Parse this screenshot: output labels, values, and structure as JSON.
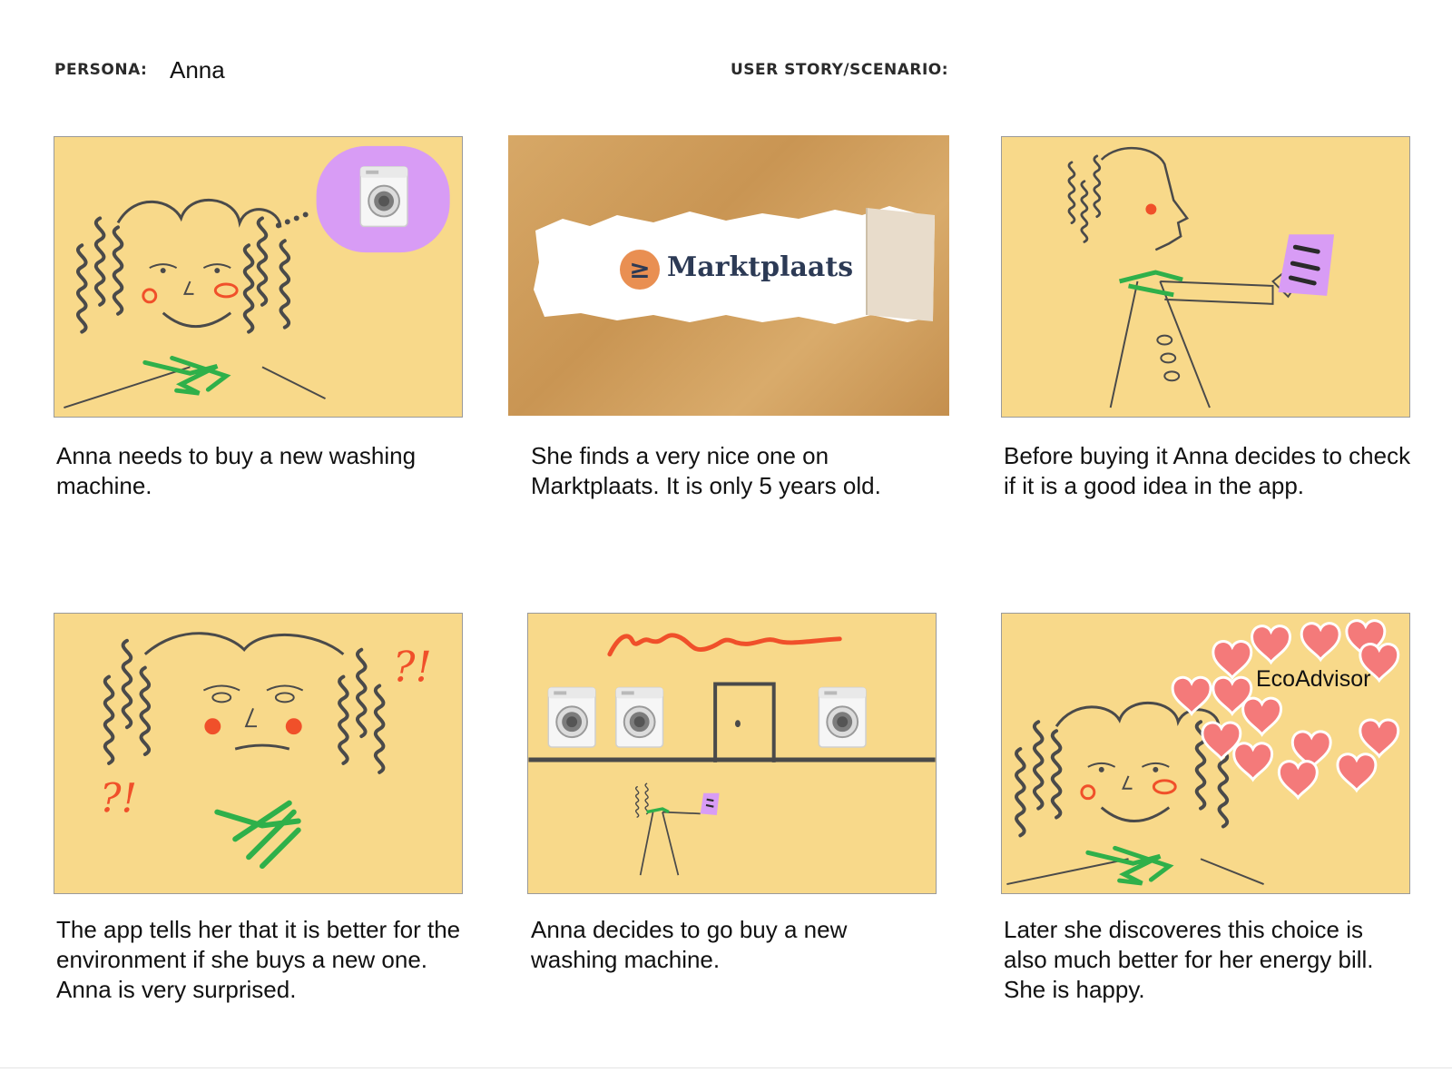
{
  "header": {
    "persona_label": "PERSONA:",
    "persona_name": "Anna",
    "story_label": "USER STORY/SCENARIO:"
  },
  "panels": [
    {
      "caption": "Anna needs to buy a new washing machine."
    },
    {
      "caption": "She finds a very nice one on Marktplaats. It is only 5 years old.",
      "logo_text": "Marktplaats",
      "logo_symbol": "≥"
    },
    {
      "caption": "Before buying it Anna decides to check if it is a good idea in the app."
    },
    {
      "caption": "The app tells her that it is better for the environment if she buys a new one. Anna is very surprised.",
      "marks": [
        "?!",
        "?!"
      ]
    },
    {
      "caption": "Anna decides to go buy a new washing machine."
    },
    {
      "caption": "Later she discoveres this choice is also much better for her energy bill. She is happy.",
      "label": "EcoAdvisor"
    }
  ],
  "colors": {
    "panel_bg": "#f8d98a",
    "bubble": "#d89cf5",
    "sketch": "#4a4a4a",
    "green": "#2fb04a",
    "red": "#f0502a",
    "heart": "#f47a7a"
  }
}
